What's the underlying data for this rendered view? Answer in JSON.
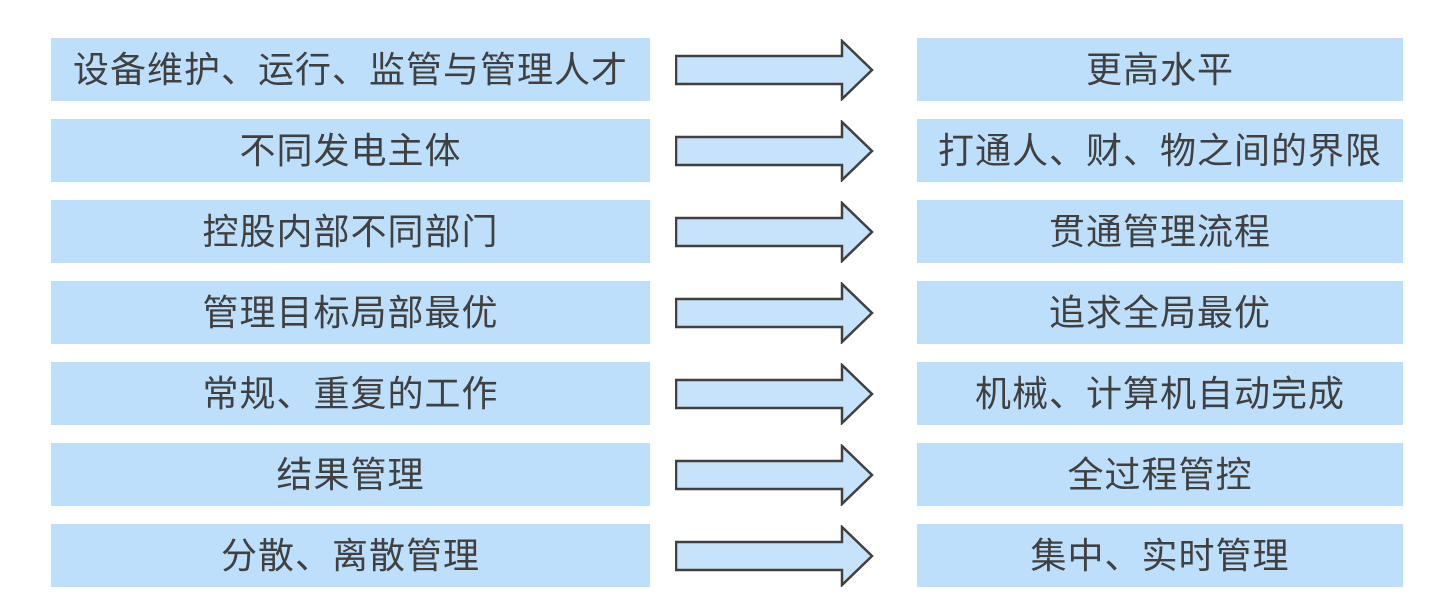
{
  "diagram": {
    "description": "seven-row transformation mapping diagram, left source boxes with block arrows pointing to right target boxes",
    "colors": {
      "background": "#ffffff",
      "box_fill": "#bddffb",
      "arrow_fill": "#c7e2fb",
      "arrow_border": "#404040",
      "text": "#404040"
    },
    "arrow_icon": "block-arrow-right-icon",
    "rows": [
      {
        "from": "设备维护、运行、监管与管理人才",
        "to": "更高水平"
      },
      {
        "from": "不同发电主体",
        "to": "打通人、财、物之间的界限"
      },
      {
        "from": "控股内部不同部门",
        "to": "贯通管理流程"
      },
      {
        "from": "管理目标局部最优",
        "to": "追求全局最优"
      },
      {
        "from": "常规、重复的工作",
        "to": "机械、计算机自动完成"
      },
      {
        "from": "结果管理",
        "to": "全过程管控"
      },
      {
        "from": "分散、离散管理",
        "to": "集中、实时管理"
      }
    ]
  }
}
